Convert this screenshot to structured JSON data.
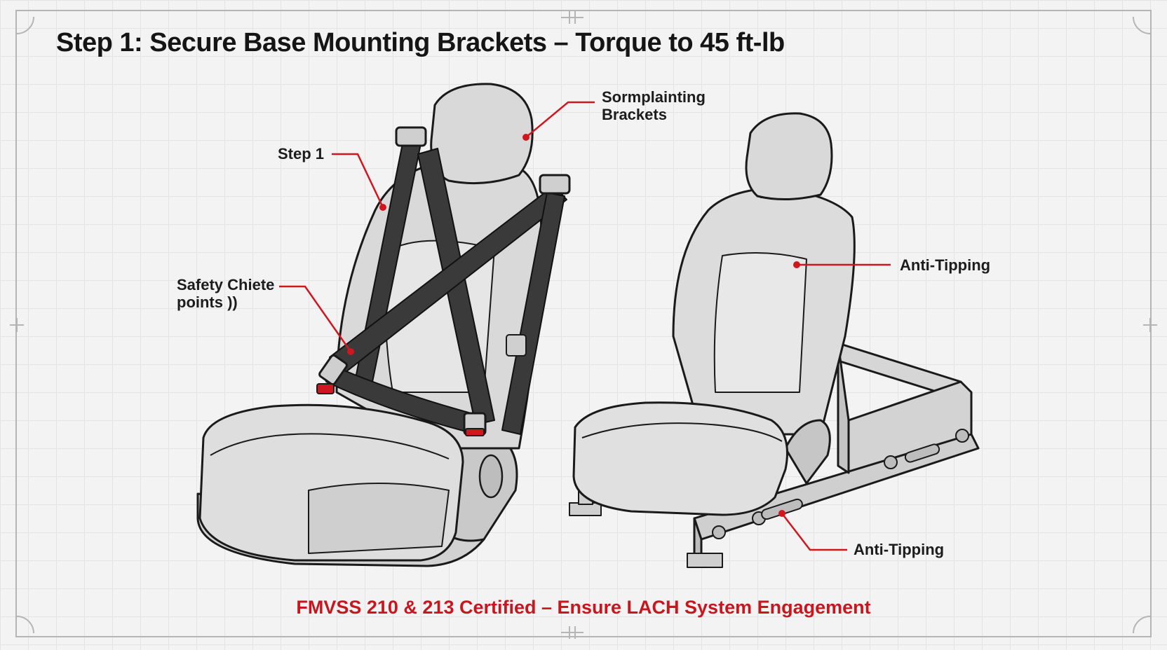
{
  "title": "Step 1: Secure Base Mounting Brackets – Torque to 45 ft-lb",
  "footer": "FMVSS 210 & 213 Certified – Ensure LACH System Engagement",
  "colors": {
    "accent": "#d0161e",
    "line": "#1a1a1a",
    "seat_fill": "#dcdcdc",
    "belt": "#3a3a3a",
    "background": "#f3f3f3"
  },
  "callouts": {
    "headrest": {
      "line1": "Sormplainting",
      "line2": "Brackets"
    },
    "step": "Step 1",
    "safety": {
      "line1": "Safety Chiete",
      "line2": "points ))"
    },
    "anti_tipping_upper": "Anti-Tipping",
    "anti_tipping_lower": "Anti-Tipping"
  }
}
